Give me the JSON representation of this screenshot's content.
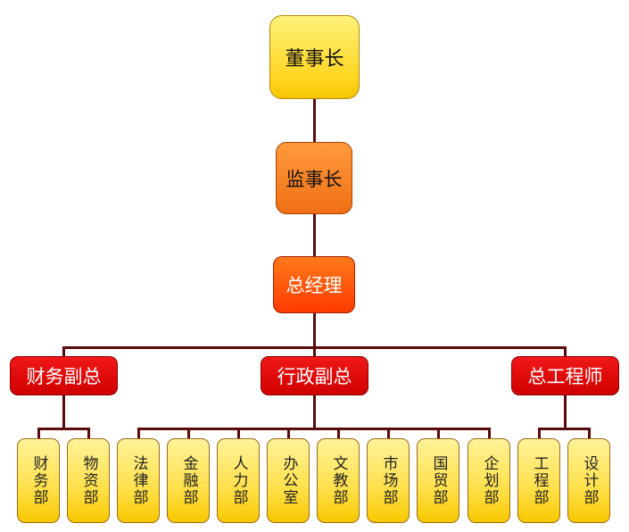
{
  "chart": {
    "title_nodes": {
      "chairman": "董事长",
      "supervisor": "监事长",
      "general_manager": "总经理"
    },
    "vice_presidents": [
      {
        "label": "财务副总",
        "departments": [
          "财务部",
          "物资部"
        ]
      },
      {
        "label": "行政副总",
        "departments": [
          "法律部",
          "金融部",
          "人力部",
          "办公室",
          "文教部",
          "市场部",
          "国贸部",
          "企划部"
        ]
      },
      {
        "label": "总工程师",
        "departments": [
          "工程部",
          "设计部"
        ]
      }
    ]
  },
  "colors": {
    "line": "#5a0a0a",
    "chairman": "#ffd41c",
    "supervisor": "#f07015",
    "general_manager": "#ff3a00",
    "vice_president": "#d00000",
    "department": "#ffe04a"
  }
}
